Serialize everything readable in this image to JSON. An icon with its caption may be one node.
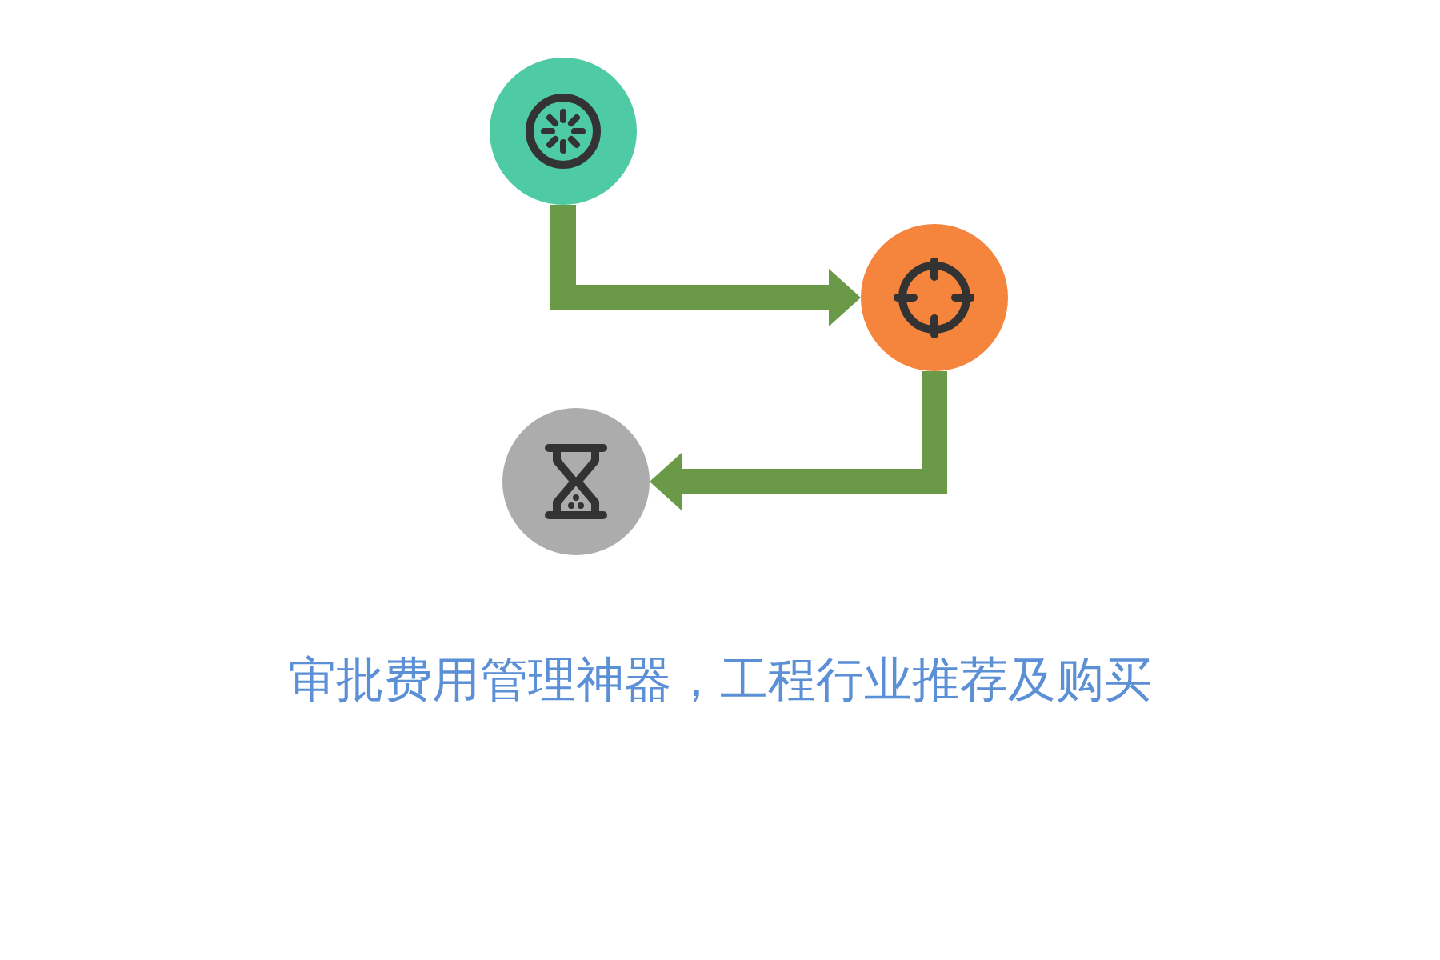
{
  "diagram": {
    "title": "审批费用管理神器，工程行业推荐及购买",
    "nodes": [
      {
        "text": [],
        "shape": "circle"
      },
      {
        "text": [],
        "shape": "circle"
      },
      {
        "text": [],
        "shape": "circle"
      }
    ],
    "edges": [
      {
        "from": 0,
        "to": 1,
        "arrow": "to"
      },
      {
        "from": 1,
        "to": 2,
        "arrow": "to"
      }
    ]
  }
}
